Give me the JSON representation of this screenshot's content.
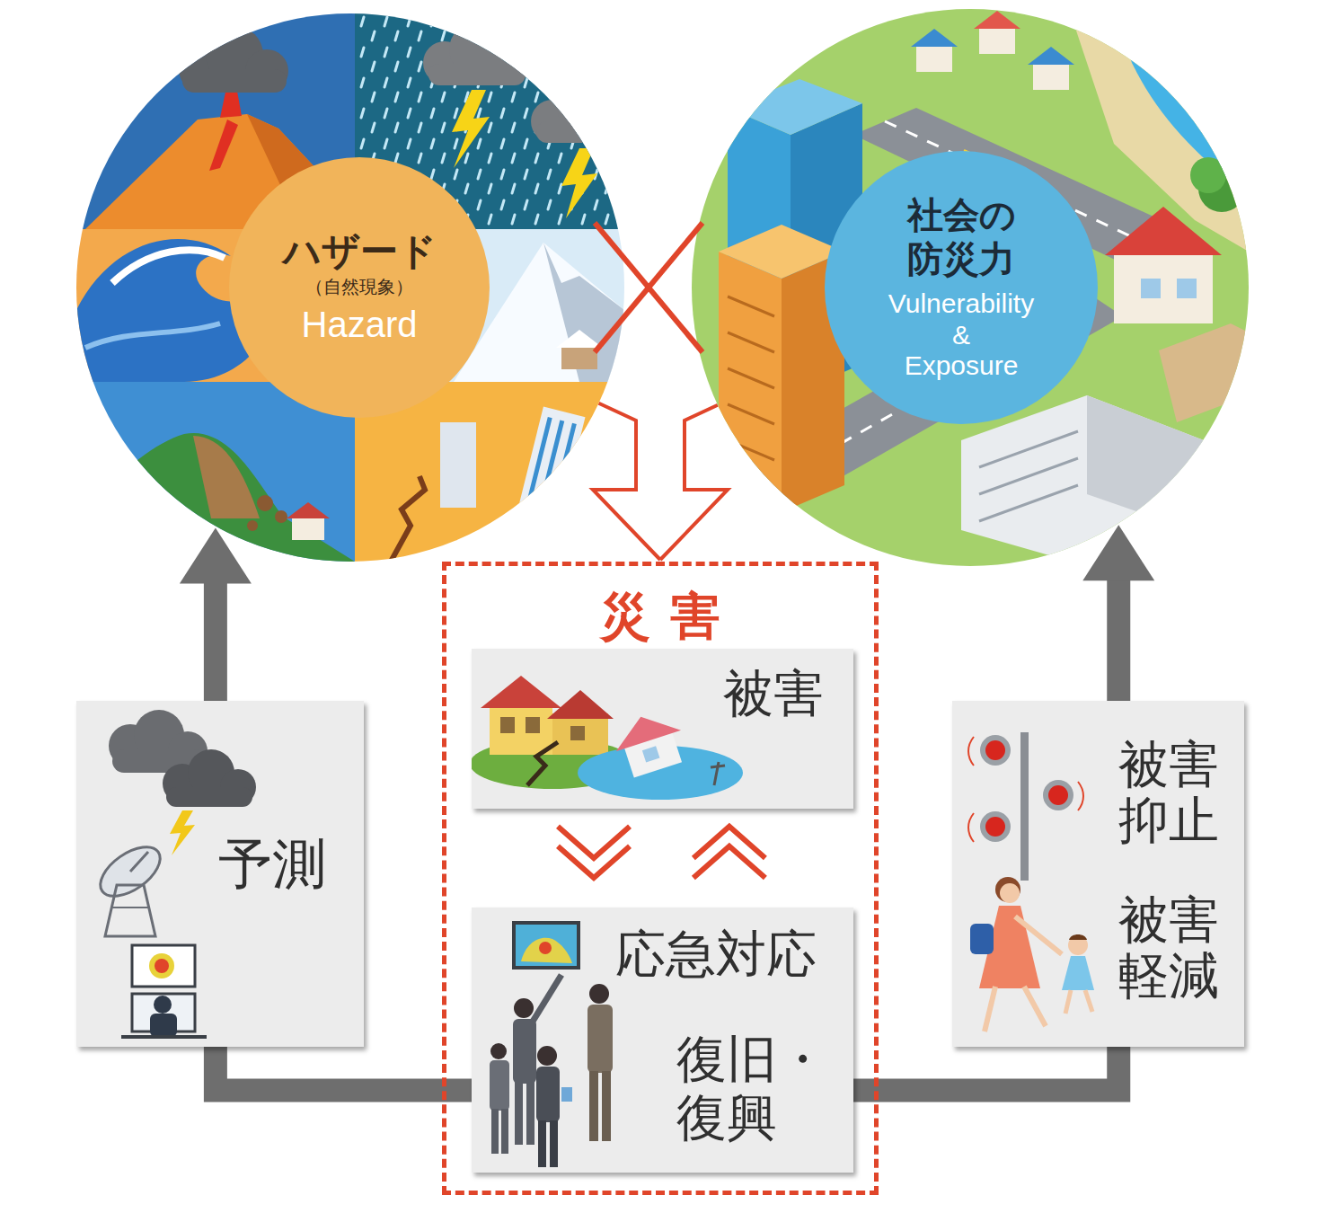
{
  "diagram": {
    "nodes": [
      {
        "text": [
          "ハザード",
          "（自然現象）",
          "Hazard"
        ]
      },
      {
        "text": [
          "社会の 防災力",
          "Vulnerability & Exposure"
        ]
      },
      {
        "text": [
          "災害"
        ]
      },
      {
        "text": [
          "被害"
        ],
        "in": 2
      },
      {
        "text": [
          "応急対応",
          "復旧・復興"
        ],
        "in": 2
      },
      {
        "text": [
          "予測"
        ]
      },
      {
        "text": [
          "被害抑止",
          "被害軽減"
        ]
      }
    ],
    "edges": [
      {
        "from": 0,
        "to": 2,
        "arrow": "to"
      },
      {
        "from": 1,
        "to": 2,
        "arrow": "to"
      },
      {
        "from": 3,
        "to": 4,
        "arrow": "to"
      },
      {
        "from": 4,
        "to": 3,
        "arrow": "to"
      },
      {
        "from": 4,
        "to": 5,
        "arrow": "none"
      },
      {
        "from": 5,
        "to": 0,
        "arrow": "to"
      },
      {
        "from": 4,
        "to": 6,
        "arrow": "none"
      },
      {
        "from": 6,
        "to": 1,
        "arrow": "to"
      }
    ]
  }
}
